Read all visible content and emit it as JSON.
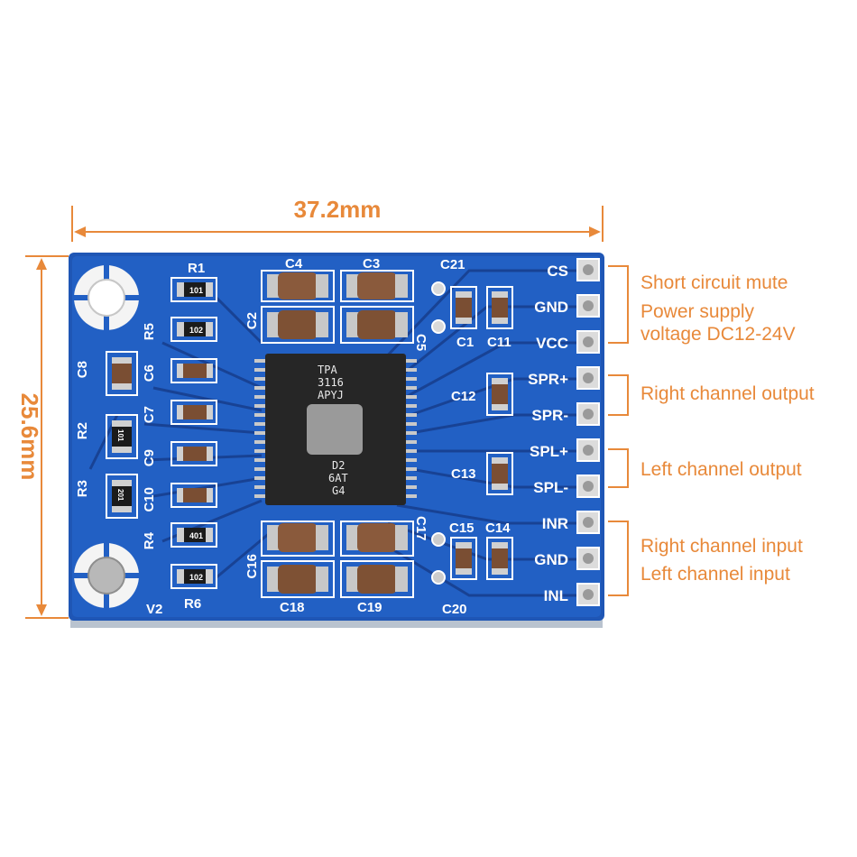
{
  "dimensions": {
    "width_label": "37.2mm",
    "height_label": "25.6mm"
  },
  "colors": {
    "pcb": "#1f56b5",
    "pcb_dark": "#173f8f",
    "accent": "#e8893a",
    "silkscreen": "#ffffff",
    "chip": "#262626"
  },
  "chip": {
    "line1": "TPA",
    "line2": "3116",
    "line3": "APYJ",
    "line4": "D2",
    "line5": "6AT",
    "line6": "G4"
  },
  "board_markings": {
    "mount_label": "V2"
  },
  "components": {
    "R1": "R1",
    "R2": "R2",
    "R3": "R3",
    "R4": "R4",
    "R5": "R5",
    "R6": "R6",
    "C1": "C1",
    "C2": "C2",
    "C3": "C3",
    "C4": "C4",
    "C5": "C5",
    "C6": "C6",
    "C7": "C7",
    "C8": "C8",
    "C9": "C9",
    "C10": "C10",
    "C11": "C11",
    "C12": "C12",
    "C13": "C13",
    "C14": "C14",
    "C15": "C15",
    "C16": "C16",
    "C17": "C17",
    "C18": "C18",
    "C19": "C19",
    "C20": "C20",
    "C21": "C21"
  },
  "resistor_codes": {
    "r1": "101",
    "r5": "102",
    "r2": "101",
    "r3": "201",
    "r4": "401",
    "r6": "102"
  },
  "pins": [
    "CS",
    "GND",
    "VCC",
    "SPR+",
    "SPR-",
    "SPL+",
    "SPL-",
    "INR",
    "GND",
    "INL"
  ],
  "annotations": {
    "short_circuit": "Short circuit mute",
    "power_1": "Power supply",
    "power_2": "voltage DC12-24V",
    "right_out": "Right channel output",
    "left_out": "Left channel output",
    "right_in": "Right channel input",
    "left_in": "Left channel input"
  }
}
